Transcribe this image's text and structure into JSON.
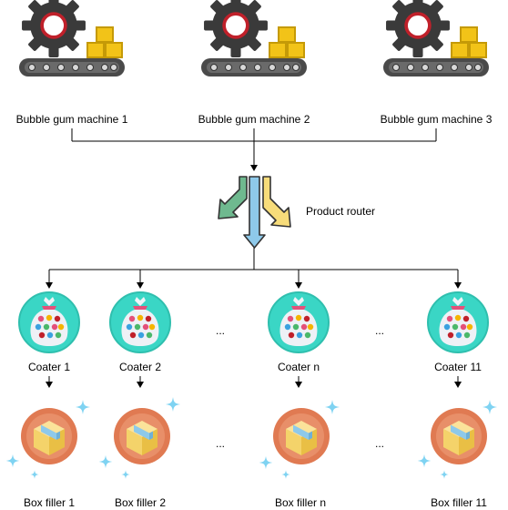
{
  "machines": [
    {
      "label": "Bubble gum machine 1",
      "icon": "factory-conveyor-icon"
    },
    {
      "label": "Bubble gum machine 2",
      "icon": "factory-conveyor-icon"
    },
    {
      "label": "Bubble gum machine 3",
      "icon": "factory-conveyor-icon"
    }
  ],
  "router": {
    "label": "Product router",
    "icon": "router-arrows-icon"
  },
  "coaters": [
    {
      "label": "Coater 1",
      "icon": "candy-bag-icon"
    },
    {
      "label": "Coater 2",
      "icon": "candy-bag-icon"
    },
    {
      "label": "Coater n",
      "icon": "candy-bag-icon"
    },
    {
      "label": "Coater 11",
      "icon": "candy-bag-icon"
    }
  ],
  "box_fillers": [
    {
      "label": "Box filler 1",
      "icon": "box-icon"
    },
    {
      "label": "Box filler 2",
      "icon": "box-icon"
    },
    {
      "label": "Box filler n",
      "icon": "box-icon"
    },
    {
      "label": "Box filler 11",
      "icon": "box-icon"
    }
  ],
  "ellipsis": "...",
  "colors": {
    "gear": "#3a3a3a",
    "gear_ring": "#c0202a",
    "crate": "#f2c318",
    "crate_dark": "#c59a07",
    "belt": "#4a4a4a",
    "router_green": "#6fb98f",
    "router_blue": "#8ec9ea",
    "router_yellow": "#f7dc7a",
    "coater_bg": "#3ad6c5",
    "box_bg": "#e07a52",
    "box": "#f4d36a",
    "sparkle": "#7fd3f2"
  }
}
